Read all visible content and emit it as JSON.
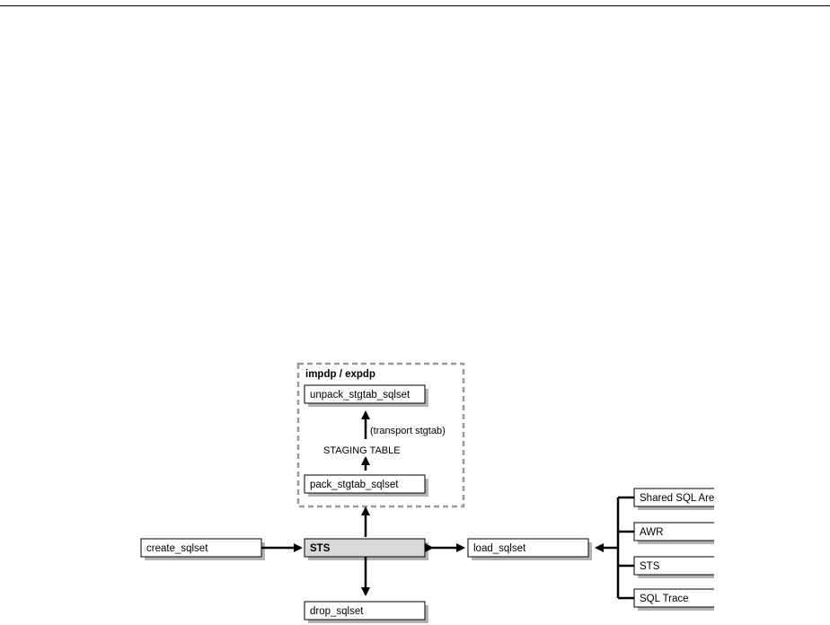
{
  "diagram": {
    "group_title": "impdp / expdp",
    "nodes": {
      "unpack": "unpack_stgtab_sqlset",
      "pack": "pack_stgtab_sqlset",
      "create": "create_sqlset",
      "sts_center": "STS",
      "load": "load_sqlset",
      "drop": "drop_sqlset"
    },
    "sources": [
      "Shared SQL Area",
      "AWR",
      "STS",
      "SQL Trace"
    ],
    "annotations": {
      "transport": "(transport stgtab)",
      "staging": "STAGING TABLE"
    },
    "colors": {
      "sts_fill": "#d9d9d9",
      "shadow": "#b3b3b3",
      "group_border": "#999999"
    }
  }
}
